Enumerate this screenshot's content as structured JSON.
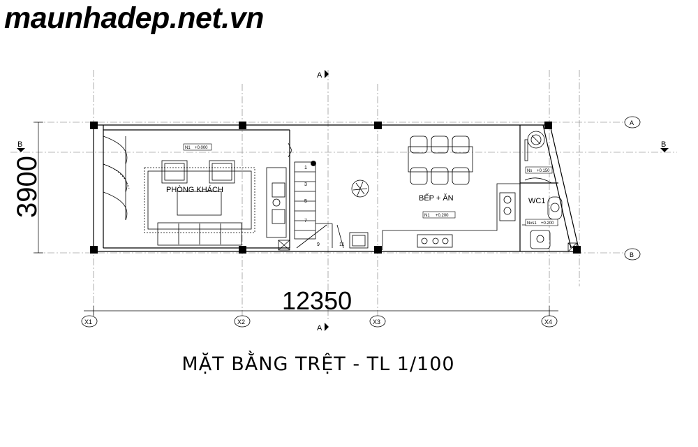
{
  "watermark": "maunhadep.net.vn",
  "title": "MẶT BẰNG TRỆT - TL 1/100",
  "dimensions": {
    "overall_length": "12350",
    "overall_width": "3900"
  },
  "section_markers": {
    "vertical": "A",
    "horizontal": "B"
  },
  "grid_axes": {
    "columns": [
      "X1",
      "X2",
      "X3",
      "X4"
    ],
    "rows": [
      "A",
      "B"
    ]
  },
  "rooms": {
    "living": "PHÒNG KHÁCH",
    "kitchen": "BẾP + ĂN",
    "wc": "WC1"
  },
  "level_tags": {
    "living": {
      "code": "N1",
      "value": "+0.000"
    },
    "kitchen": {
      "code": "N1",
      "value": "+0.200"
    },
    "ns": {
      "code": "Ns",
      "value": "+0.150"
    },
    "nvs": {
      "code": "Nvs1",
      "value": "+0.200"
    }
  },
  "stair_steps": [
    "1",
    "3",
    "5",
    "7",
    "9",
    "11"
  ]
}
